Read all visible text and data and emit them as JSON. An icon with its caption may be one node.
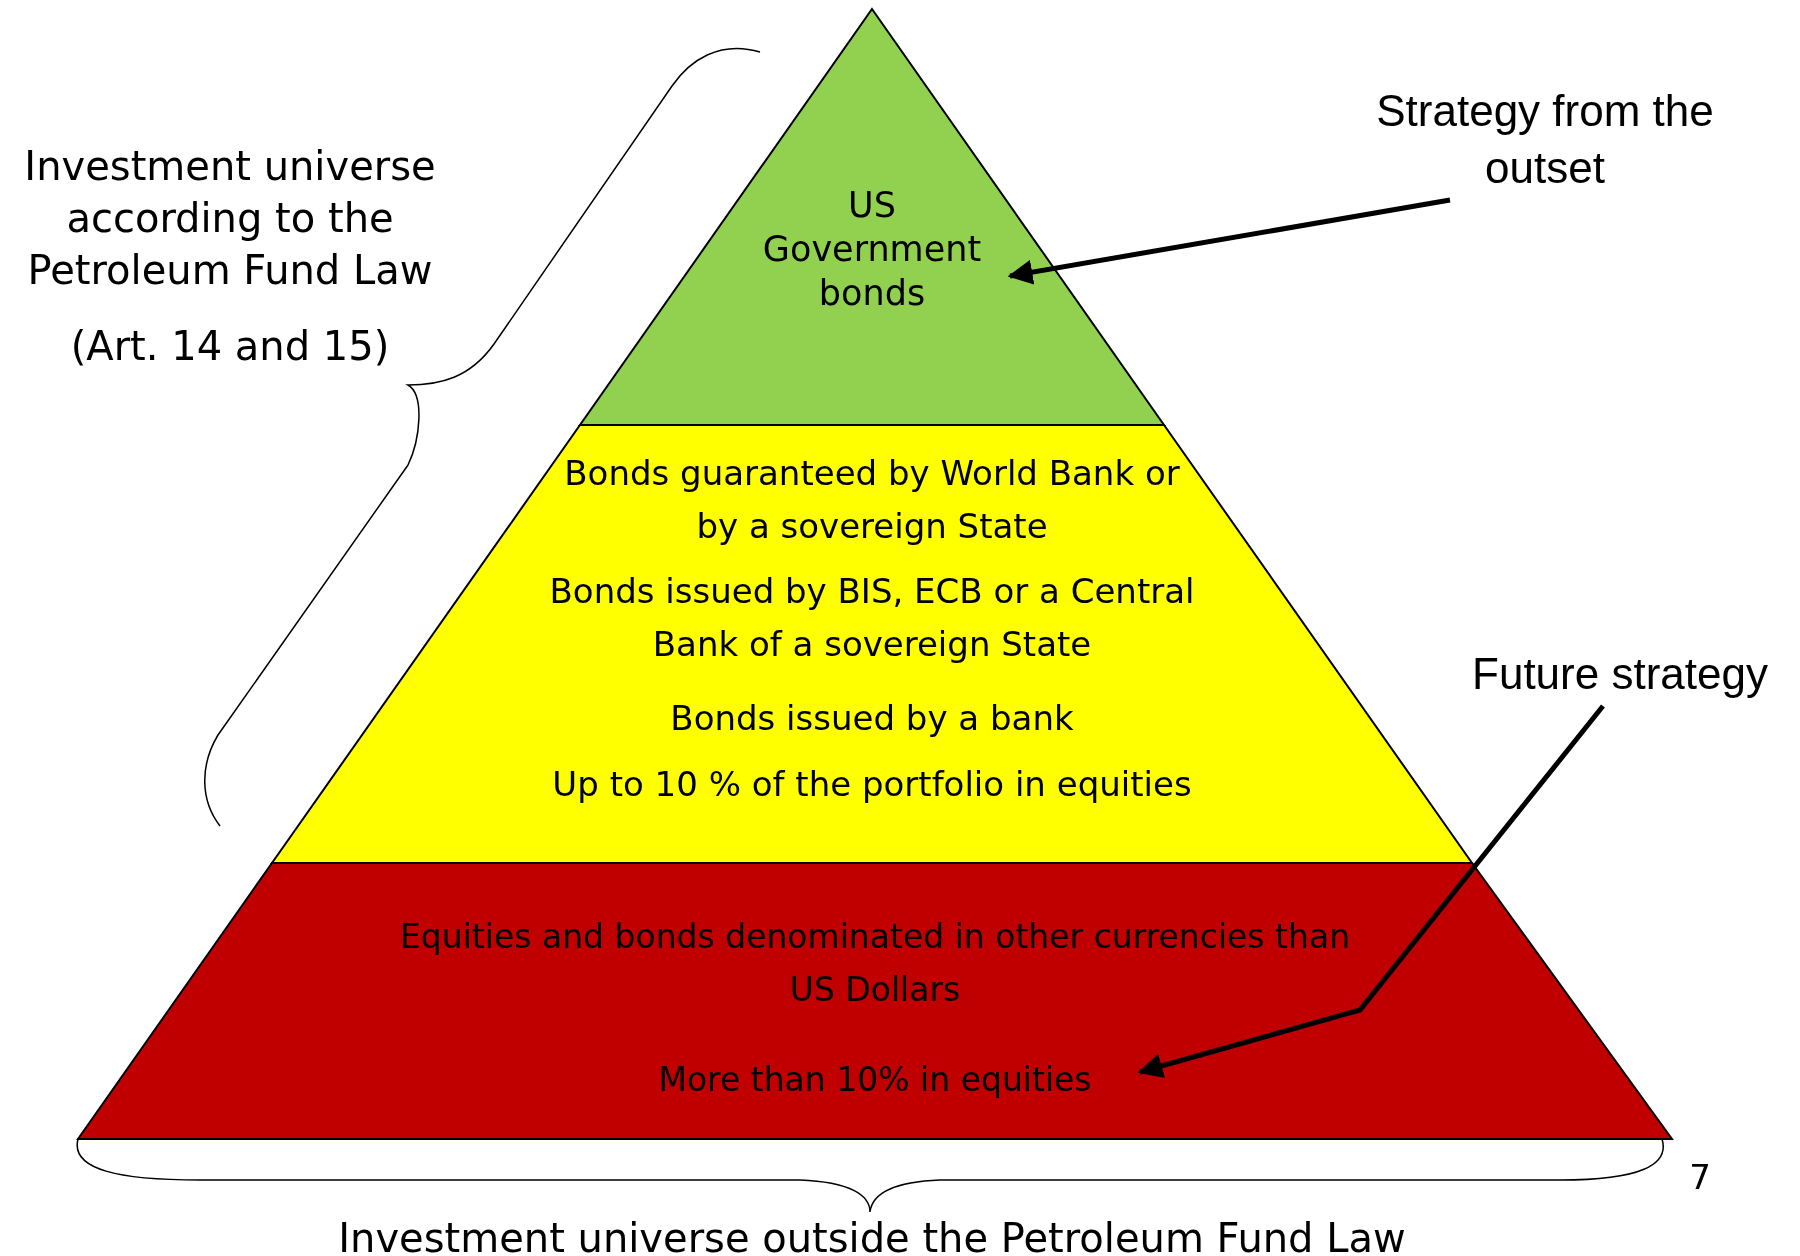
{
  "diagram": {
    "nodes": [
      {
        "text": [
          "US Government bonds"
        ]
      },
      {
        "text": [
          "Bonds guaranteed by World Bank or by a sovereign State",
          "Bonds issued by BIS, ECB or a Central Bank of a sovereign State",
          "Bonds issued by a bank",
          "Up to 10 % of the portfolio in equities"
        ]
      },
      {
        "text": [
          "Equities and bonds denominated in other currencies than US Dollars",
          "More than 10% in equities"
        ]
      },
      {
        "text": [
          "Strategy from the outset"
        ]
      },
      {
        "text": [
          "Future strategy"
        ]
      }
    ],
    "edges": [
      {
        "from": 3,
        "to": 0,
        "arrow": "to"
      },
      {
        "from": 4,
        "to": 2,
        "arrow": "to"
      }
    ],
    "labels": [
      "Investment universe according to the Petroleum Fund Law",
      "(Art. 14 and 15)",
      "7",
      "Investment universe outside the Petroleum Fund Law"
    ]
  }
}
